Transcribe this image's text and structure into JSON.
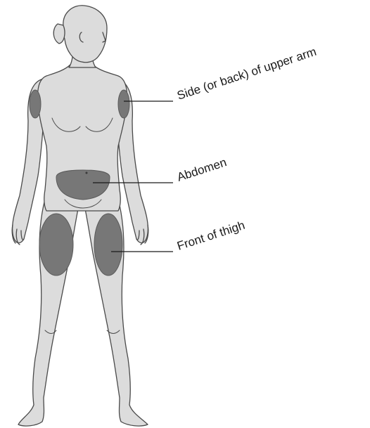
{
  "diagram": {
    "labels": {
      "upper_arm": "Side (or back) of upper arm",
      "abdomen": "Abdomen",
      "thigh": "Front of thigh"
    },
    "colors": {
      "body_fill": "#dcdcdc",
      "body_outline": "#4a4a4a",
      "region_fill": "#777777",
      "leader_line": "#1a1a1a",
      "text": "#1a1a1a"
    }
  }
}
